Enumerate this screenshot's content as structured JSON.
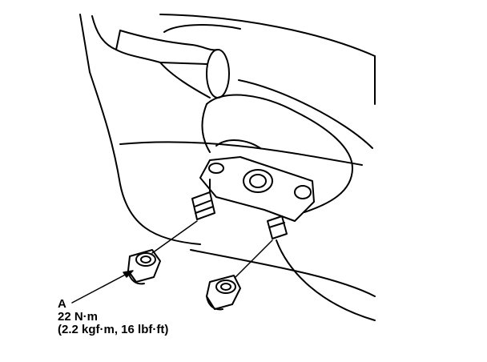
{
  "callout": {
    "letter": "A",
    "torque_nm": "22 N·m",
    "torque_alt": "(2.2 kgf·m, 16 lbf·ft)"
  },
  "colors": {
    "ink": "#000000",
    "paper": "#ffffff"
  }
}
